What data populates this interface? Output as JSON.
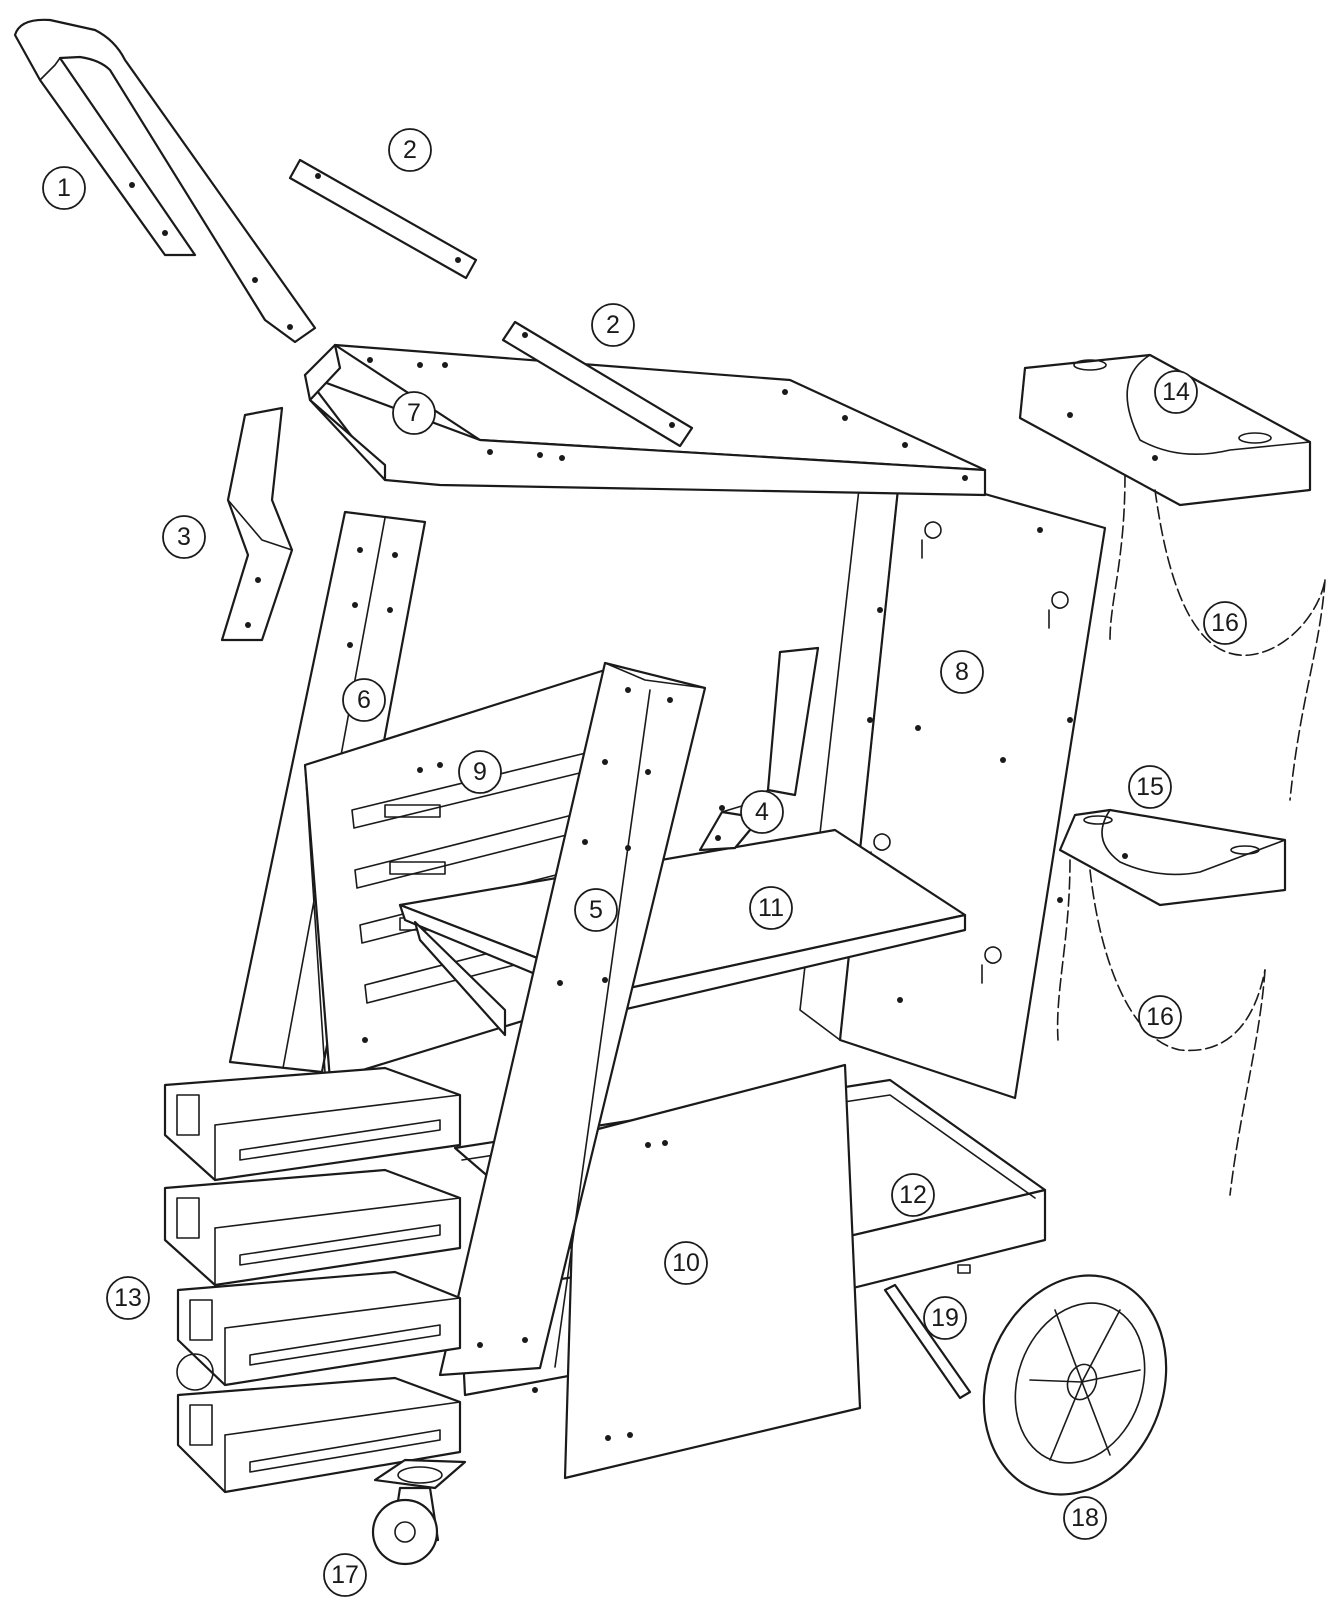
{
  "callouts": [
    {
      "id": "c1",
      "label": "1"
    },
    {
      "id": "c2a",
      "label": "2"
    },
    {
      "id": "c2b",
      "label": "2"
    },
    {
      "id": "c3",
      "label": "3"
    },
    {
      "id": "c4",
      "label": "4"
    },
    {
      "id": "c5",
      "label": "5"
    },
    {
      "id": "c6",
      "label": "6"
    },
    {
      "id": "c7",
      "label": "7"
    },
    {
      "id": "c8",
      "label": "8"
    },
    {
      "id": "c9",
      "label": "9"
    },
    {
      "id": "c10",
      "label": "10"
    },
    {
      "id": "c11",
      "label": "11"
    },
    {
      "id": "c12",
      "label": "12"
    },
    {
      "id": "c13",
      "label": "13"
    },
    {
      "id": "c14",
      "label": "14"
    },
    {
      "id": "c15",
      "label": "15"
    },
    {
      "id": "c16a",
      "label": "16"
    },
    {
      "id": "c16b",
      "label": "16"
    },
    {
      "id": "c17",
      "label": "17"
    },
    {
      "id": "c18",
      "label": "18"
    },
    {
      "id": "c19",
      "label": "19"
    }
  ]
}
